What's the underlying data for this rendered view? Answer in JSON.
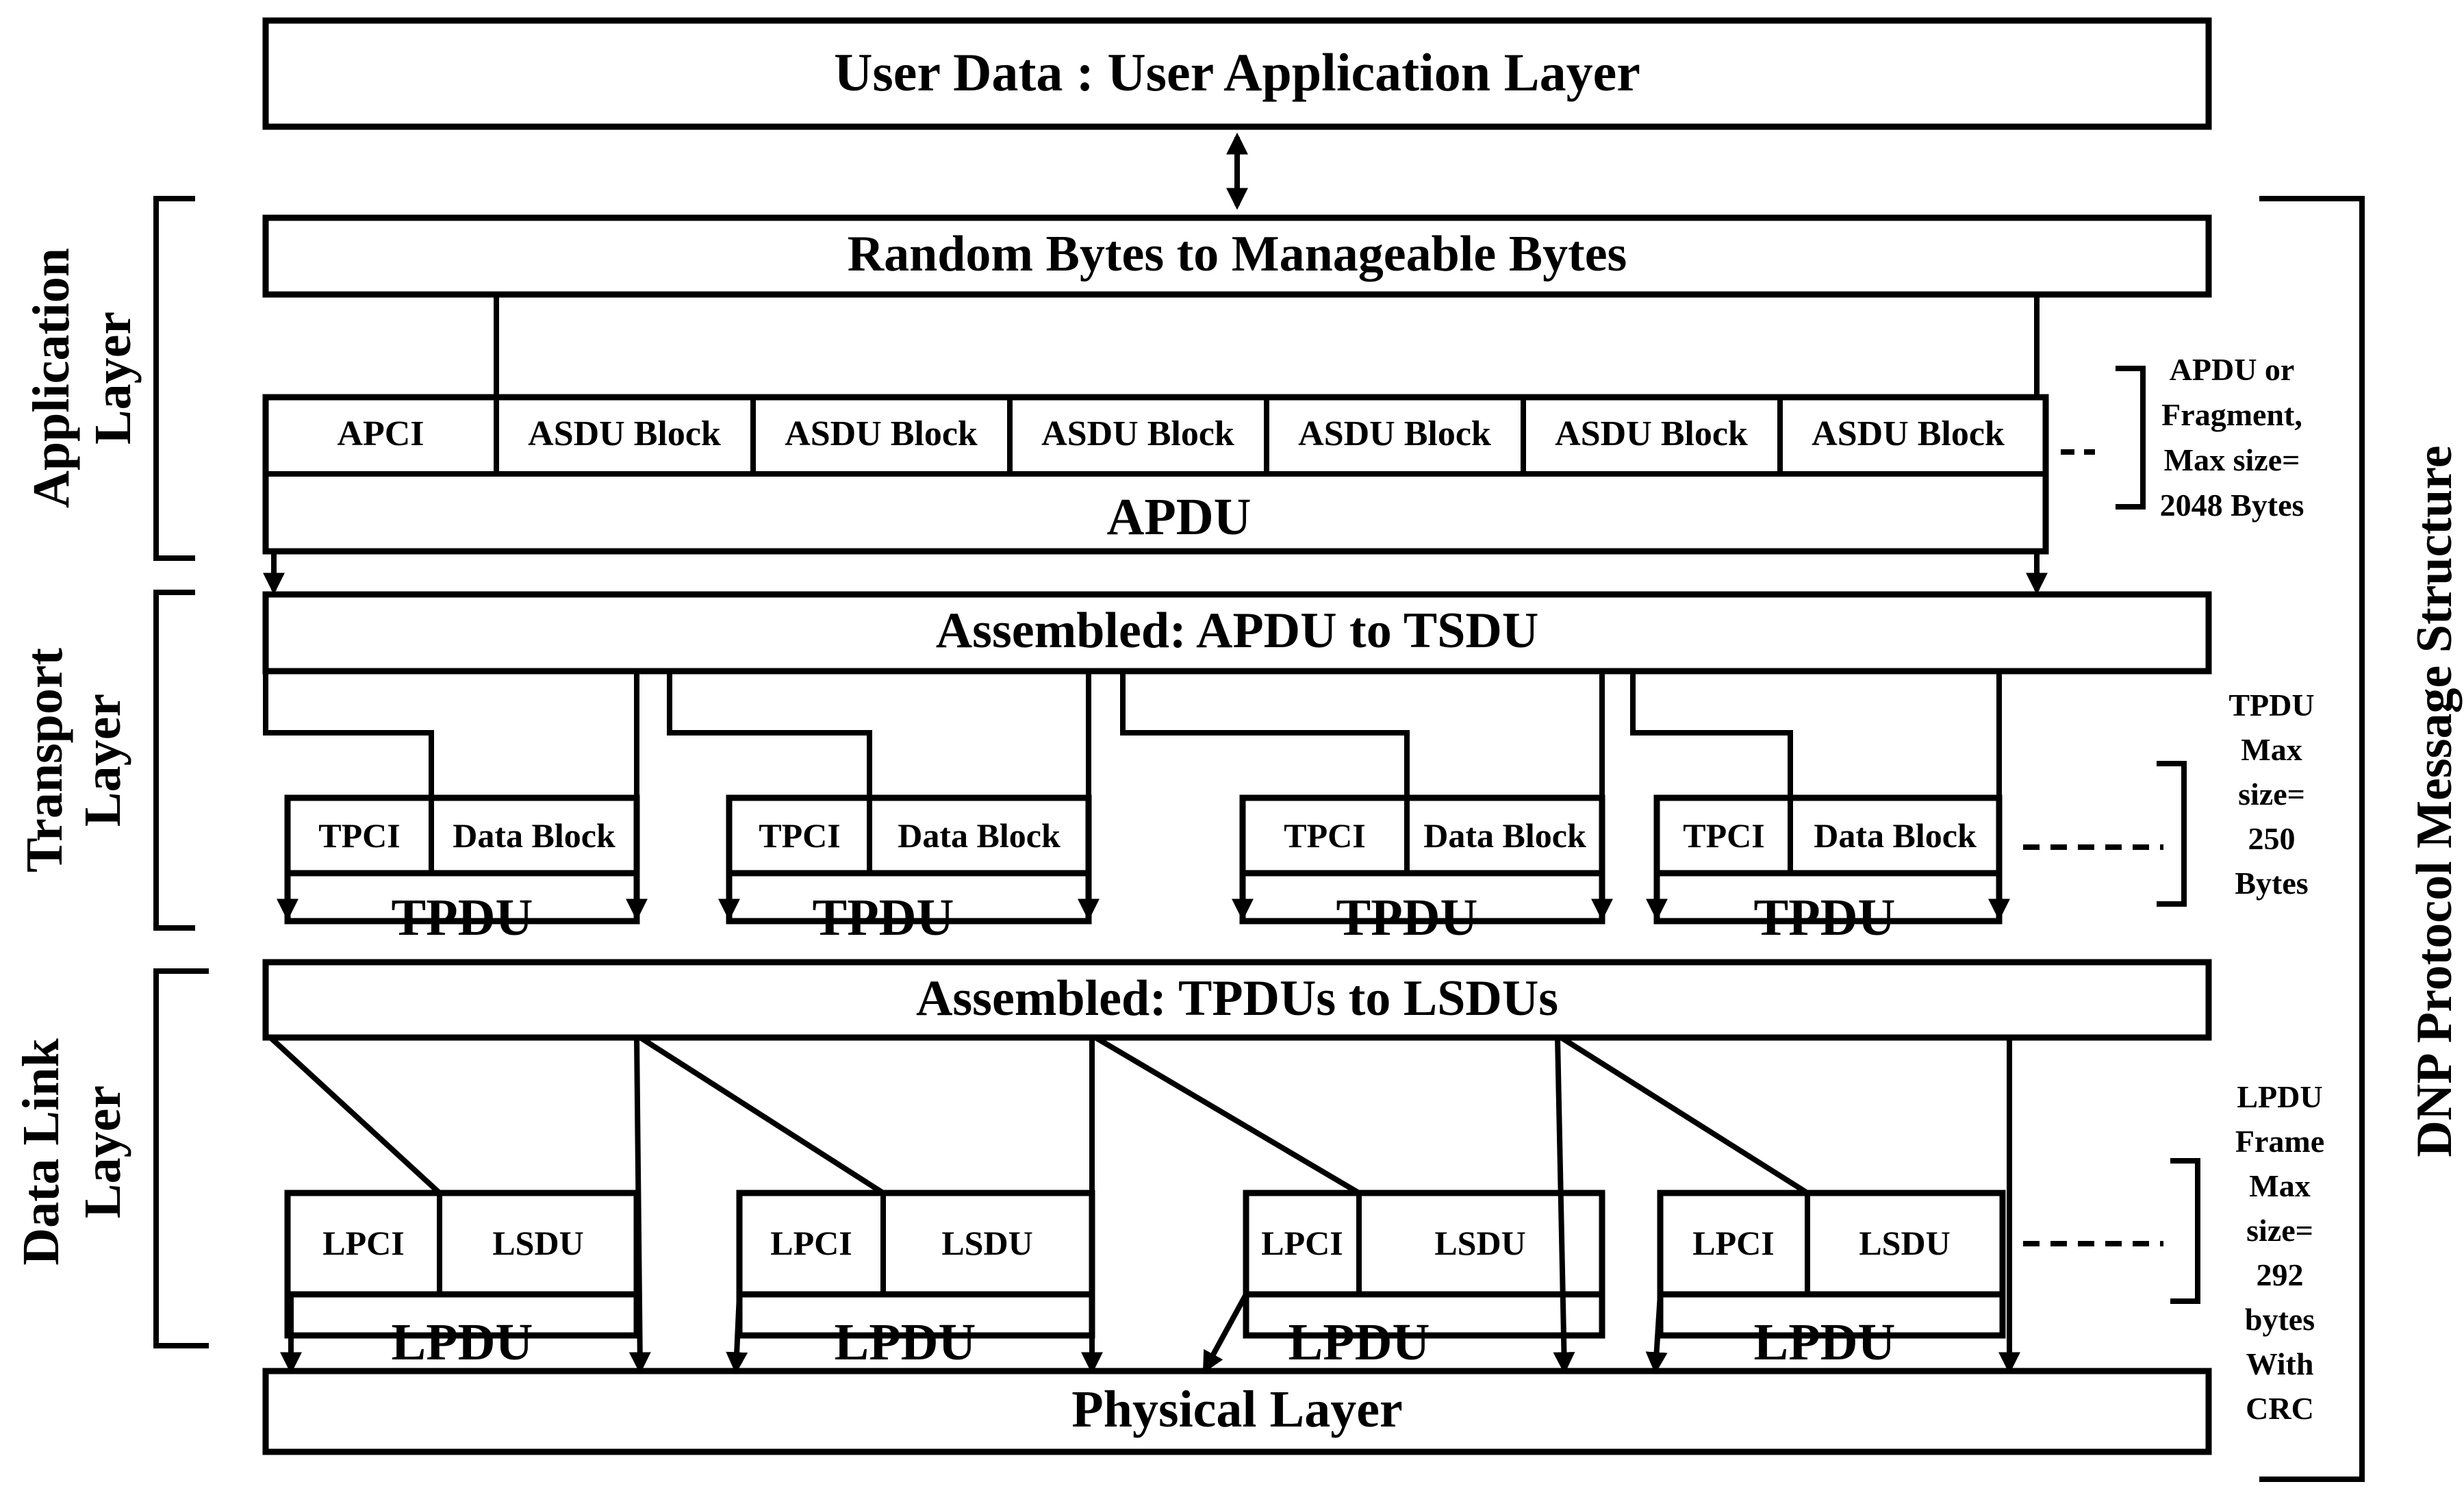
{
  "user_layer": "User Data : User Application Layer",
  "app_top": "Random Bytes to Manageable Bytes",
  "apci": "APCI",
  "asdu_blocks": [
    "ASDU Block",
    "ASDU Block",
    "ASDU Block",
    "ASDU Block",
    "ASDU Block",
    "ASDU Block"
  ],
  "apdu": "APDU",
  "apdu_note": [
    "APDU or",
    "Fragment,",
    "Max size=",
    "2048 Bytes"
  ],
  "tsdu_bar": "Assembled: APDU to TSDU",
  "tpci": "TPCI",
  "data_block": "Data Block",
  "tpdu": "TPDU",
  "tpdu_note": [
    "TPDU",
    "Max",
    "size=",
    "250",
    "Bytes"
  ],
  "lsdu_bar": "Assembled: TPDUs to LSDUs",
  "lpci": "LPCI",
  "lsdu": "LSDU",
  "lpdu": "LPDU",
  "lpdu_note": [
    "LPDU",
    "Frame",
    "Max",
    "size=",
    "292",
    "bytes",
    "With",
    "CRC"
  ],
  "physical": "Physical Layer",
  "left_labels": {
    "application": [
      "Application",
      "Layer"
    ],
    "transport": [
      "Transport",
      "Layer"
    ],
    "datalink": [
      "Data Link",
      "Layer"
    ]
  },
  "right_label": "DNP Protocol Message Structure"
}
